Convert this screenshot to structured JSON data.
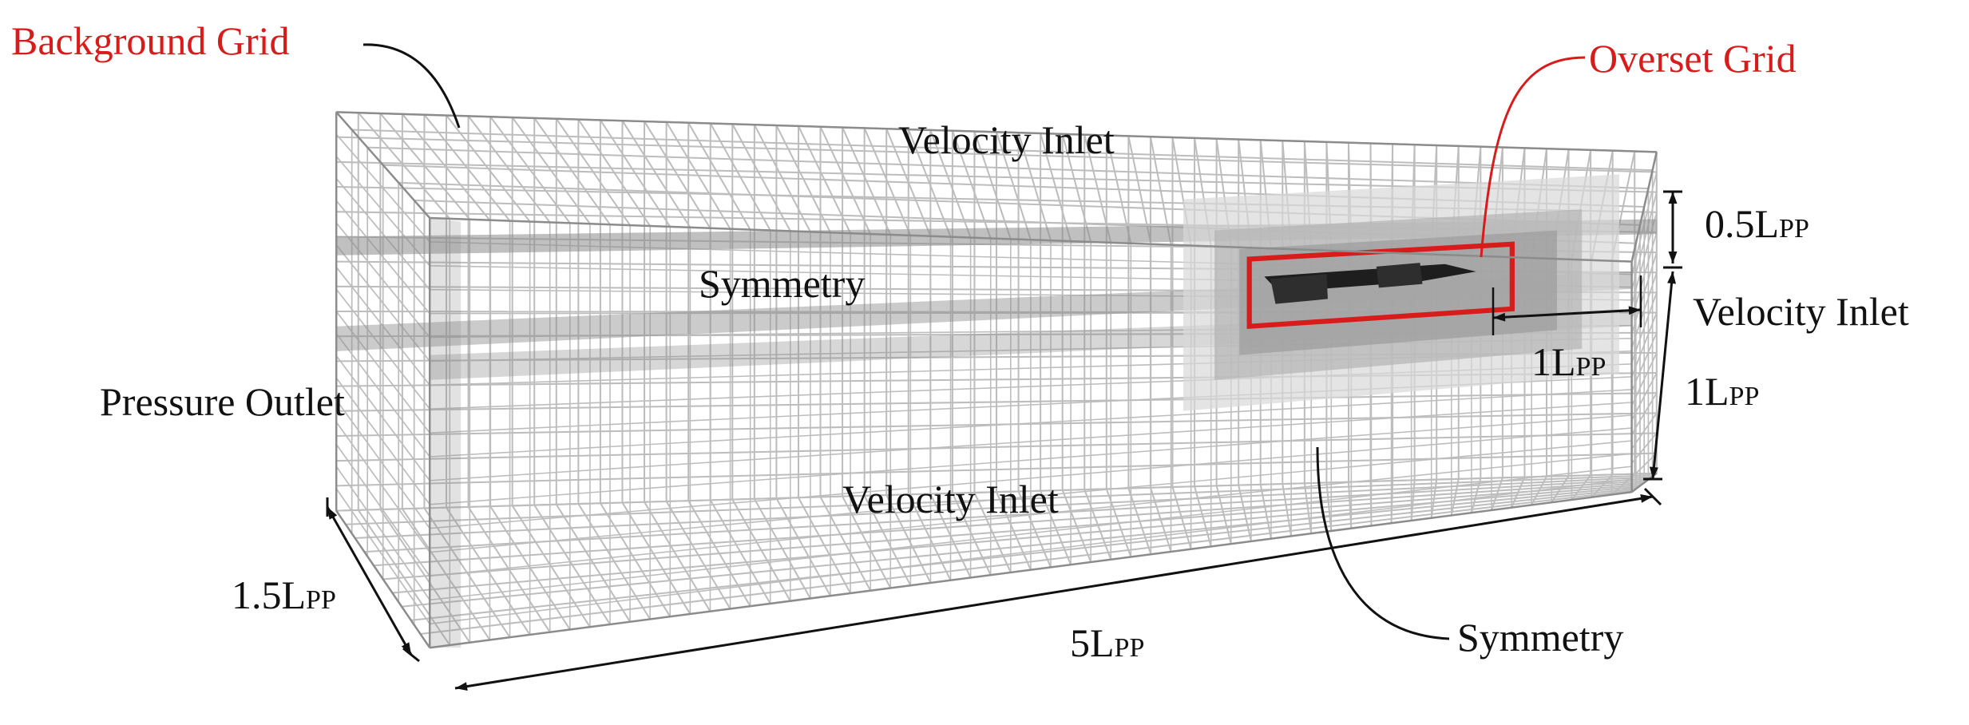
{
  "labels": {
    "background_grid": "Background Grid",
    "overset_grid": "Overset Grid",
    "velocity_inlet_top": "Velocity Inlet",
    "velocity_inlet_side": "Velocity Inlet",
    "velocity_inlet_bottom": "Velocity Inlet",
    "symmetry_upper": "Symmetry",
    "symmetry_lower": "Symmetry",
    "pressure_outlet": "Pressure Outlet"
  },
  "dimensions": {
    "height_upper": {
      "value": "0.5L",
      "sub": "PP"
    },
    "height_lower": {
      "value": "1L",
      "sub": "PP"
    },
    "overset_length": {
      "value": "1L",
      "sub": "PP"
    },
    "width": {
      "value": "1.5L",
      "sub": "PP"
    },
    "length": {
      "value": "5L",
      "sub": "PP"
    }
  },
  "colors": {
    "callout_red": "#d81b1b",
    "grid_line": "#bdbdbd",
    "refine_band": "#8c8c8c",
    "ship_hull": "#1e1e1e"
  }
}
